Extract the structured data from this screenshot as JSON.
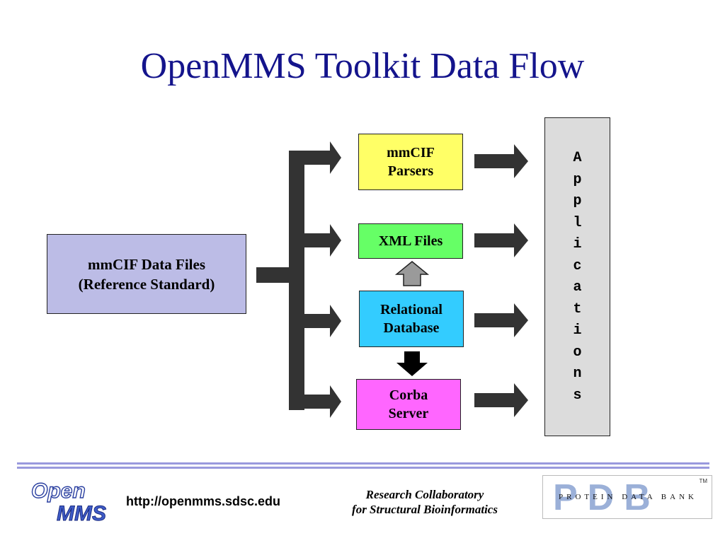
{
  "title": "OpenMMS Toolkit Data Flow",
  "boxes": {
    "source": [
      "mmCIF Data Files",
      "(Reference Standard)"
    ],
    "parsers": [
      "mmCIF",
      "Parsers"
    ],
    "xml": [
      "XML Files"
    ],
    "rdb": [
      "Relational",
      "Database"
    ],
    "corba": [
      "Corba",
      "Server"
    ],
    "apps": [
      "A",
      "p",
      "p",
      "l",
      "i",
      "c",
      "a",
      "t",
      "i",
      "o",
      "n",
      "s"
    ]
  },
  "footer": {
    "url": "http://openmms.sdsc.edu",
    "org_line1": "Research Collaboratory",
    "org_line2": "for Structural Bioinformatics",
    "logo_open_top": "Open",
    "logo_open_bottom": "MMS",
    "pdb_big": "PDB",
    "pdb_small": "PROTEIN DATA BANK",
    "pdb_tm": "TM"
  },
  "colors": {
    "title": "#14148c",
    "source": "#bcbce6",
    "parsers": "#ffff66",
    "xml": "#66ff66",
    "rdb": "#33ccff",
    "corba": "#ff66ff",
    "apps": "#dcdcdc",
    "arrow": "#333333"
  }
}
